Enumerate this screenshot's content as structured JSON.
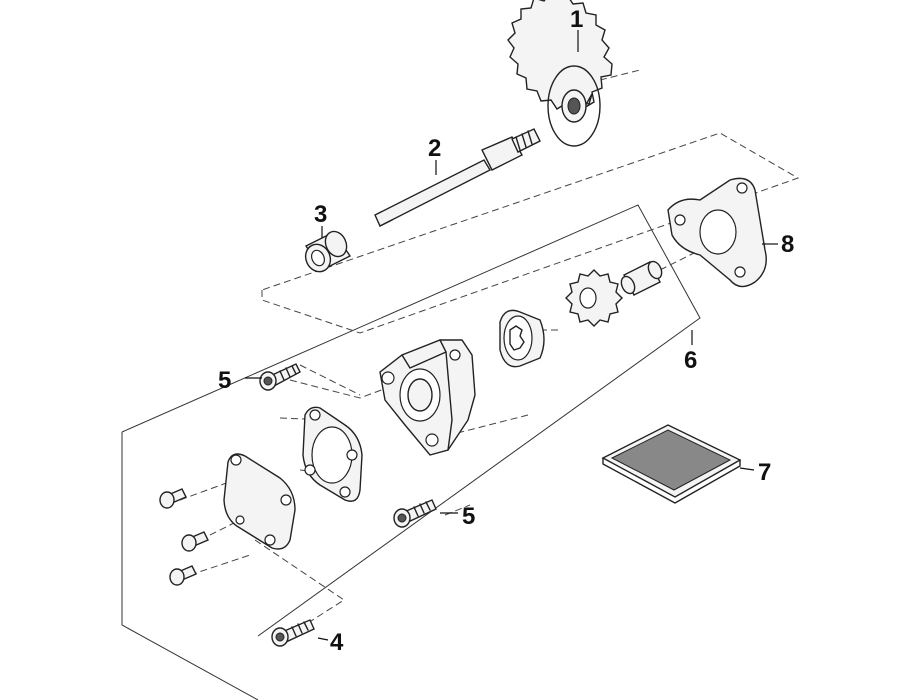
{
  "callouts": {
    "c1": "1",
    "c2": "2",
    "c3": "3",
    "c4": "4",
    "c5a": "5",
    "c5b": "5",
    "c6": "6",
    "c7": "7",
    "c8": "8"
  },
  "icons": {
    "sprocket": "sprocket-icon",
    "shaft": "drive-shaft-icon",
    "bushing": "bushing-icon",
    "bolt": "bolt-icon",
    "pump": "oil-pump-icon",
    "filter": "oil-strainer-icon",
    "gasket": "gasket-icon"
  },
  "colors": {
    "line": "#222222",
    "background": "#ffffff"
  }
}
